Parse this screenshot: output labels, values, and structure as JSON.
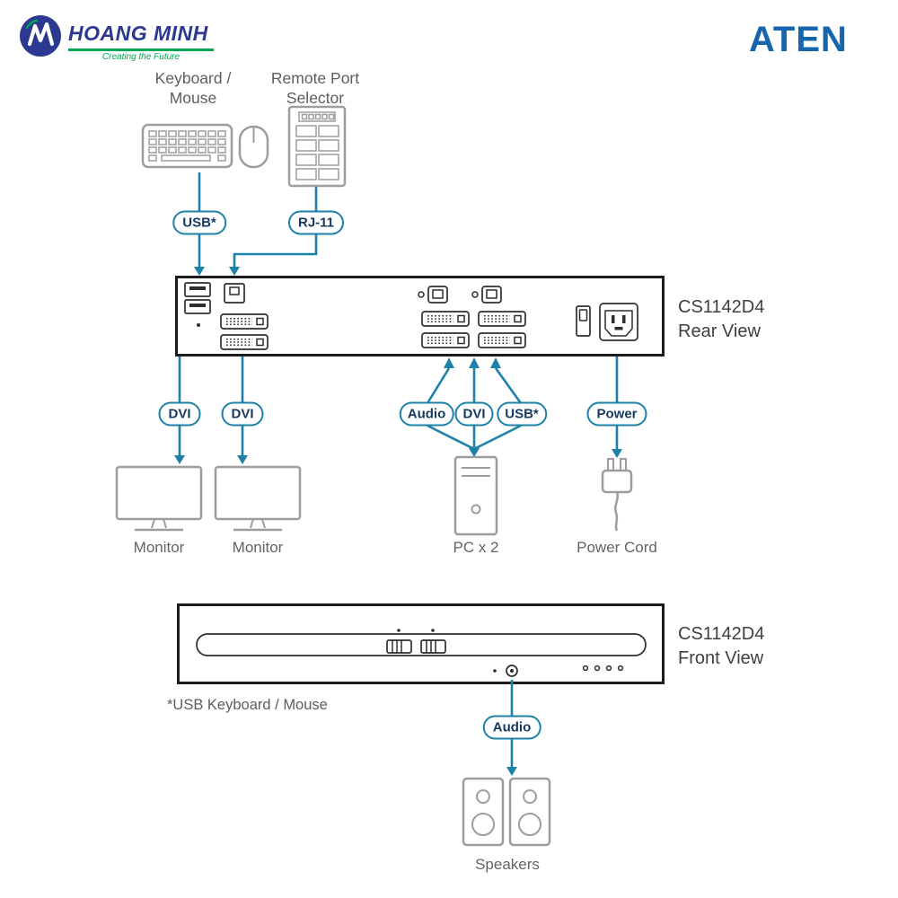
{
  "colors": {
    "teal": "#1d81a8",
    "navy": "#16395f",
    "brand_blue": "#2b3990",
    "brand_green": "#00a651",
    "aten_blue": "#1566ad",
    "gray_icon": "#9d9d9d",
    "gray_text": "#5d5d5d",
    "device_border": "#1c1c1c",
    "port_dark": "#2e2e2e"
  },
  "header": {
    "brand": "HOANG MINH",
    "tagline": "Creating the Future",
    "aten": "ATEN"
  },
  "labels": {
    "keyboard_line1": "Keyboard /",
    "keyboard_line2": "Mouse",
    "remote_line1": "Remote Port",
    "remote_line2": "Selector",
    "footnote": "*USB Keyboard / Mouse"
  },
  "pills": {
    "usb_top": "USB*",
    "rj11": "RJ-11",
    "dvi_monitor1": "DVI",
    "dvi_monitor2": "DVI",
    "audio_rear": "Audio",
    "dvi_pc": "DVI",
    "usb_pc": "USB*",
    "power": "Power",
    "audio_front": "Audio"
  },
  "rear_device": {
    "model": "CS1142D4",
    "view": "Rear View"
  },
  "front_device": {
    "model": "CS1142D4",
    "view": "Front View"
  },
  "captions": {
    "monitor1": "Monitor",
    "monitor2": "Monitor",
    "pc": "PC x 2",
    "power_cord": "Power Cord",
    "speakers": "Speakers"
  }
}
